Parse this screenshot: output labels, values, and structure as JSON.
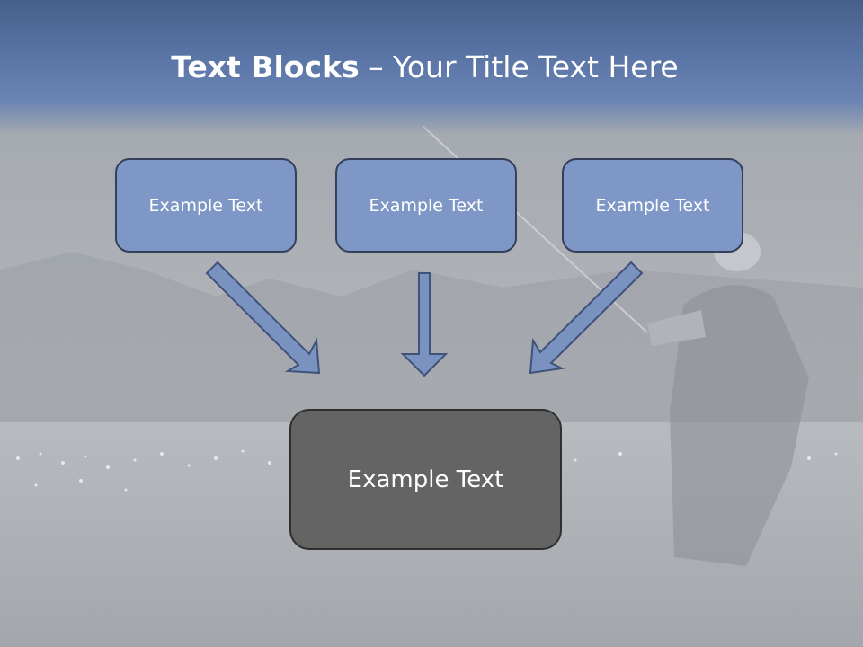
{
  "title": {
    "bold": "Text Blocks",
    "separator": "–",
    "rest": "Your Title Text Here"
  },
  "boxes": {
    "top": [
      "Example Text",
      "Example Text",
      "Example Text"
    ],
    "bottom": "Example Text"
  },
  "colors": {
    "header": "#5b76a7",
    "box_fill": "#7e97c6",
    "box_border": "#34405a",
    "bottom_fill": "#646464",
    "arrow_fill": "#7a92c0"
  }
}
